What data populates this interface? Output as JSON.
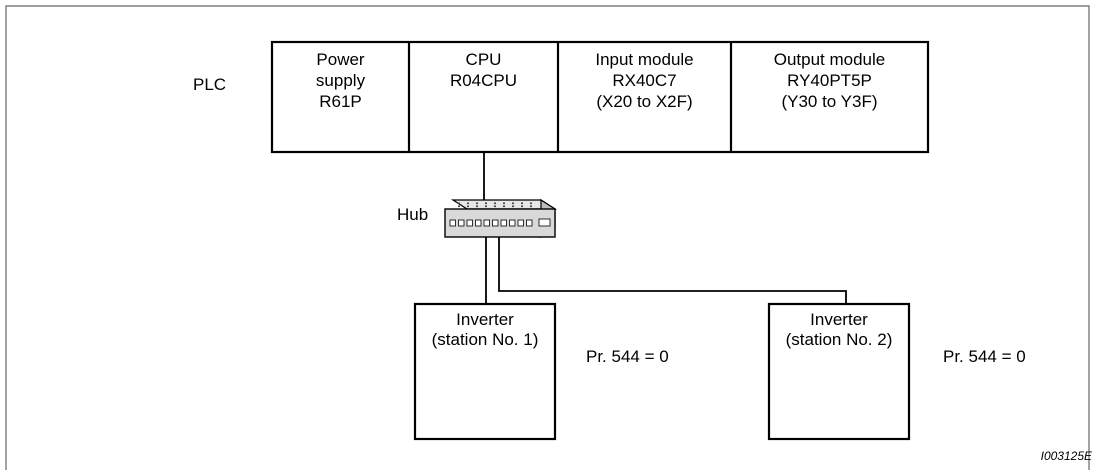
{
  "plc": {
    "label": "PLC",
    "modules": [
      {
        "lines": [
          "Power",
          "supply",
          "R61P"
        ]
      },
      {
        "lines": [
          "CPU",
          "R04CPU"
        ]
      },
      {
        "lines": [
          "Input module",
          "RX40C7",
          "(X20 to X2F)"
        ]
      },
      {
        "lines": [
          "Output module",
          "RY40PT5P",
          "(Y30 to Y3F)"
        ]
      }
    ]
  },
  "hub": {
    "label": "Hub",
    "icon": "network-hub-icon"
  },
  "inverters": [
    {
      "line1": "Inverter",
      "line2": "(station No. 1)",
      "param": "Pr. 544 = 0"
    },
    {
      "line1": "Inverter",
      "line2": "(station No. 2)",
      "param": "Pr. 544 = 0"
    }
  ],
  "figure_code": "I003125E",
  "colors": {
    "stroke": "#000000",
    "hub_fill": "#d9d9d9",
    "frame": "#666666"
  }
}
